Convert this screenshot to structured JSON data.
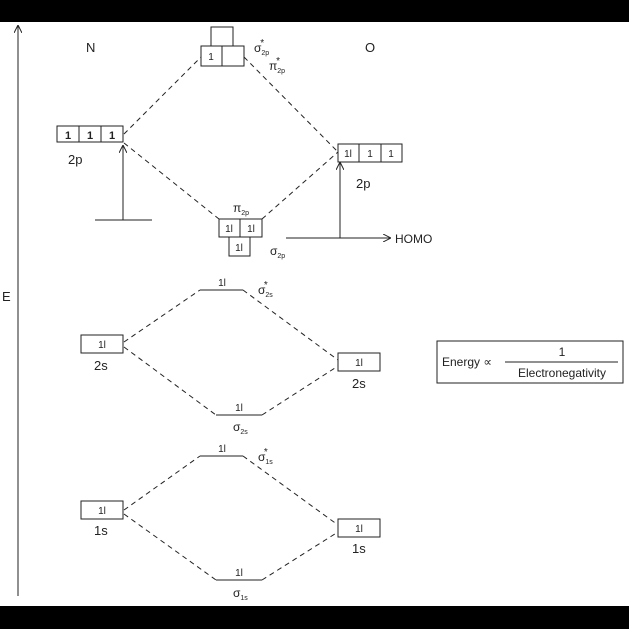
{
  "axis": {
    "energy_label": "E"
  },
  "atoms": {
    "left": "N",
    "right": "O"
  },
  "levels": {
    "n_2p": {
      "label": "2p",
      "electrons": [
        "1",
        "1",
        "1"
      ]
    },
    "n_2s": {
      "label": "2s",
      "electrons": "1l"
    },
    "n_1s": {
      "label": "1s",
      "electrons": "1l"
    },
    "o_2p": {
      "label": "2p",
      "electrons": [
        "1l",
        "1",
        "1"
      ]
    },
    "o_2s": {
      "label": "2s",
      "electrons": "1l"
    },
    "o_1s": {
      "label": "1s",
      "electrons": "1l"
    }
  },
  "mo": {
    "sigma_star_2p": {
      "symbol": "σ",
      "sub": "2p",
      "sup": "*"
    },
    "pi_star_2p": {
      "symbol": "π",
      "sub": "2p",
      "sup": "*",
      "electrons": [
        "1",
        ""
      ]
    },
    "pi_2p": {
      "symbol": "π",
      "sub": "2p",
      "electrons": [
        "1l",
        "1l"
      ]
    },
    "sigma_2p": {
      "symbol": "σ",
      "sub": "2p",
      "electrons": "1l"
    },
    "sigma_star_2s": {
      "symbol": "σ",
      "sub": "2s",
      "sup": "*",
      "electrons": "1l"
    },
    "sigma_2s": {
      "symbol": "σ",
      "sub": "2s",
      "electrons": "1l"
    },
    "sigma_star_1s": {
      "symbol": "σ",
      "sub": "1s",
      "sup": "*",
      "electrons": "1l"
    },
    "sigma_1s": {
      "symbol": "σ",
      "sub": "1s",
      "electrons": "1l"
    }
  },
  "homo_label": "HOMO",
  "formula": {
    "lhs": "Energy ∝",
    "numerator": "1",
    "denominator": "Electronegativity"
  }
}
